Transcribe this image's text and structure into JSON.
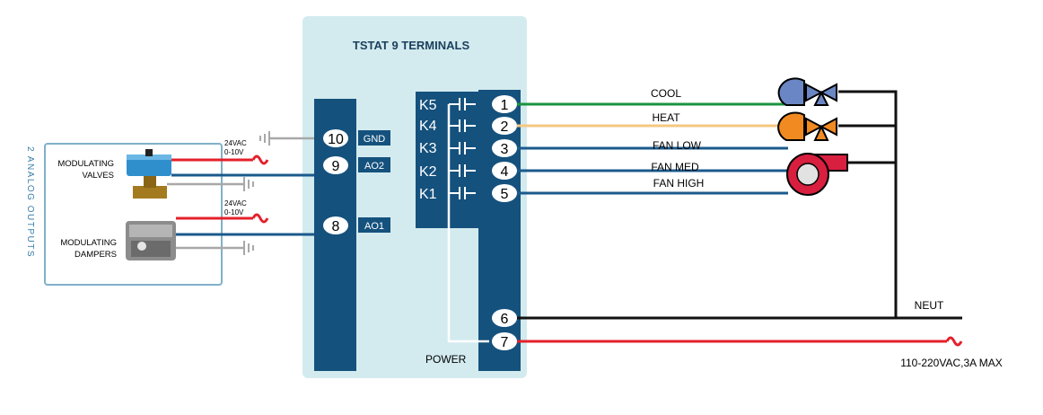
{
  "panel": {
    "title": "TSTAT 9 TERMINALS"
  },
  "left_box": {
    "vertical_label": "2 ANALOG OUTPUTS",
    "valves_line1": "MODULATING",
    "valves_line2": "VALVES",
    "dampers_line1": "MODULATING",
    "dampers_line2": "DAMPERS",
    "valve_supply_line1": "24VAC",
    "valve_supply_line2": "0-10V",
    "damper_supply_line1": "24VAC",
    "damper_supply_line2": "0-10V"
  },
  "analog_terminals": [
    {
      "number": "10",
      "tag": "GND"
    },
    {
      "number": "9",
      "tag": "AO2"
    },
    {
      "number": "8",
      "tag": "AO1"
    }
  ],
  "relays": [
    "K5",
    "K4",
    "K3",
    "K2",
    "K1"
  ],
  "relay_terminals": [
    "1",
    "2",
    "3",
    "4",
    "5"
  ],
  "power_terminals": [
    "6",
    "7"
  ],
  "power_label": "POWER",
  "outputs": {
    "cool": "COOL",
    "heat": "HEAT",
    "fan_low": "FAN LOW",
    "fan_med": "FAN MED",
    "fan_high": "FAN HIGH",
    "neut": "NEUT",
    "supply": "110-220VAC,3A MAX"
  },
  "colors": {
    "panel_bg": "#d3ebef",
    "strip": "#15517d",
    "cool_wire": "#1a9440",
    "heat_wire": "#f3c782",
    "fan_wire": "#1b5a8c",
    "hot_wire": "#e4202b",
    "ground_wire": "#a8a8a8",
    "cool_actuator": "#6b86c4",
    "heat_actuator": "#f08a21",
    "blower": "#d81f3f"
  }
}
